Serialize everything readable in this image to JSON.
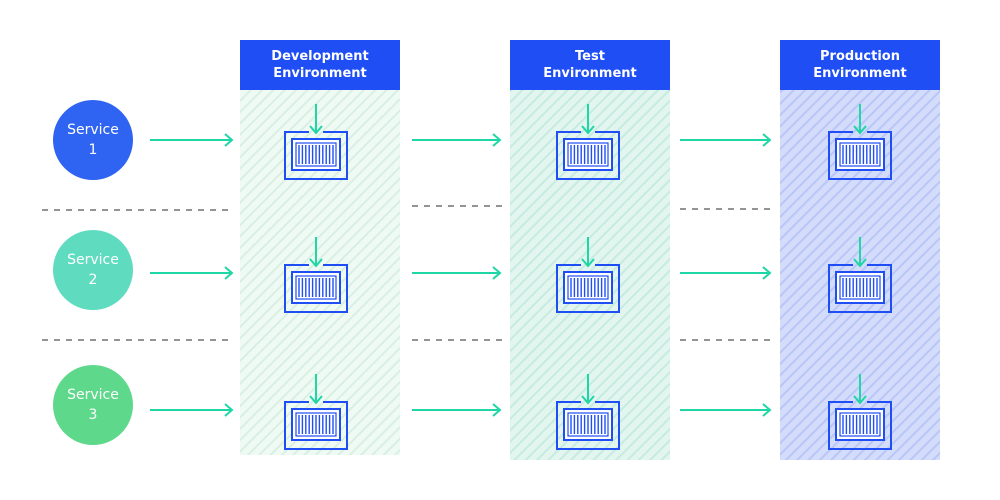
{
  "colors": {
    "header": "#1f4ef5",
    "arrow": "#1fd6a6",
    "container": "#1f4ef5",
    "dash": "#555555",
    "env_fills": [
      "#f0faf4",
      "#e2f5ef",
      "#d4dcfb"
    ],
    "env_stripes": [
      "#d8f0e2",
      "#c6ebe1",
      "#b9c6f6"
    ],
    "service_fills": [
      "#2f63f2",
      "#5fdcc0",
      "#5ed88a"
    ]
  },
  "environments": [
    {
      "label": "Development\nEnvironment"
    },
    {
      "label": "Test\nEnvironment"
    },
    {
      "label": "Production\nEnvironment"
    }
  ],
  "services": [
    {
      "label": "Service\n1"
    },
    {
      "label": "Service\n2"
    },
    {
      "label": "Service\n3"
    }
  ],
  "icons": {
    "container": "shipping-container-icon",
    "arrow": "arrow-right-icon"
  }
}
